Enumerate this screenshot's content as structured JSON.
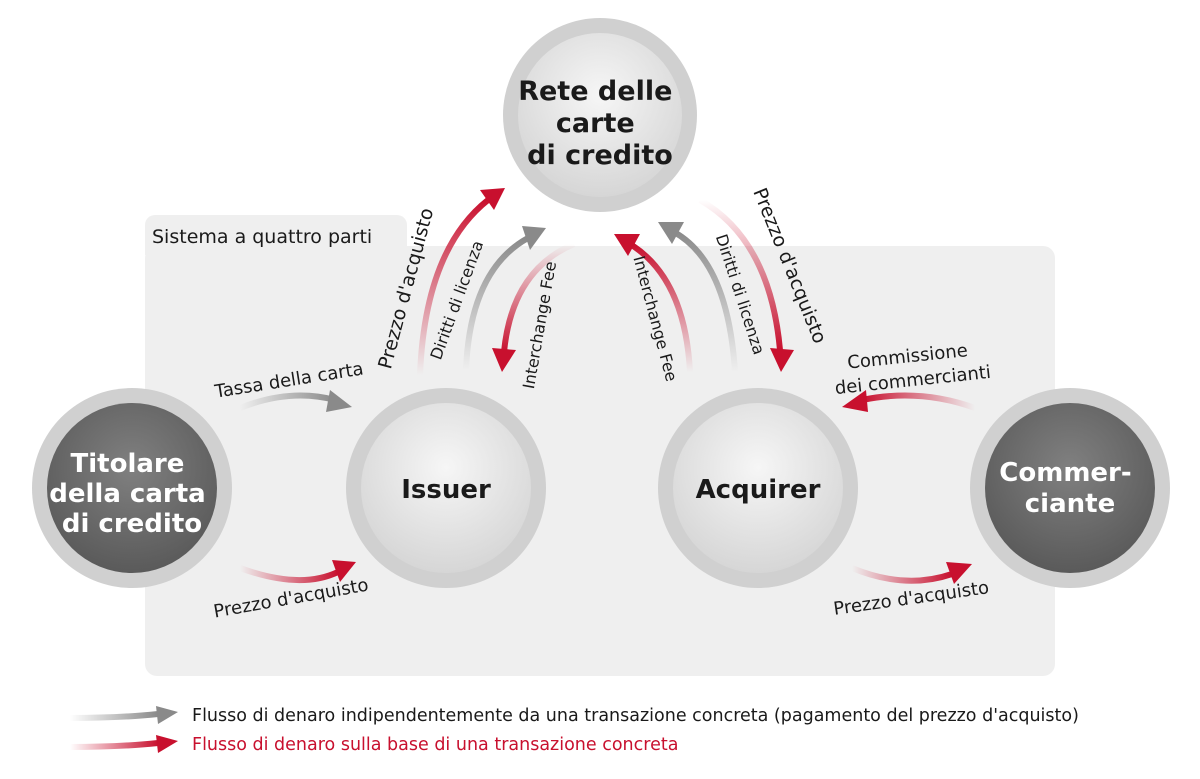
{
  "system": {
    "label": "Sistema a quattro parti"
  },
  "nodes": {
    "network": [
      "Rete delle",
      "carte",
      "di credito"
    ],
    "cardholder": [
      "Titolare",
      "della carta",
      "di credito"
    ],
    "issuer": [
      "Issuer"
    ],
    "acquirer": [
      "Acquirer"
    ],
    "merchant": [
      "Commer-",
      "ciante"
    ]
  },
  "flows": {
    "card_fee": "Tassa della carta",
    "purchase_price_issuer": "Prezzo d'acquisto",
    "purchase_price_merchant": "Prezzo d'acquisto",
    "merchant_commission": [
      "Commissione",
      "dei commercianti"
    ],
    "purchase_price_left_top": "Prezzo d'acquisto",
    "license_fee_left": "Diritti di licenza",
    "interchange_left": "Interchange Fee",
    "interchange_right": "Interchange Fee",
    "license_fee_right": "Diritti di licenza",
    "purchase_price_right_top": "Prezzo d'acquisto"
  },
  "legend": [
    {
      "text": "Flusso di denaro indipendentemente da una transazione concreta (pagamento del prezzo d'acquisto)",
      "color": "#1a1a1a",
      "arrow_color": "#8a8a8a"
    },
    {
      "text": "Flusso di denaro sulla base di una transazione concreta",
      "color": "#c8102e",
      "arrow_color": "#c8102e"
    }
  ],
  "colors": {
    "red": "#c8102e",
    "gray": "#8a8a8a",
    "dark_node": "#6d6d6d",
    "light_node": "#e4e4e4",
    "ring": "#d0d0d0",
    "box": "#efefef"
  }
}
